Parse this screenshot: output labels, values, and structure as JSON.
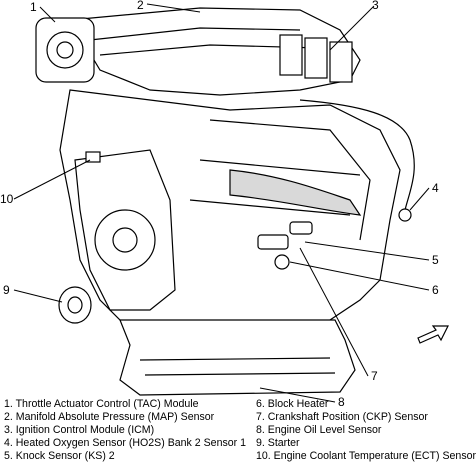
{
  "callouts": {
    "c1": "1",
    "c2": "2",
    "c3": "3",
    "c4": "4",
    "c5": "5",
    "c6": "6",
    "c7": "7",
    "c8": "8",
    "c9": "9",
    "c10": "10"
  },
  "legend_left": [
    "1. Throttle Actuator Control (TAC) Module",
    "2. Manifold Absolute Pressure (MAP) Sensor",
    "3. Ignition Control Module (ICM)",
    "4. Heated Oxygen Sensor (HO2S) Bank 2 Sensor 1",
    "5. Knock Sensor (KS) 2"
  ],
  "legend_right": [
    "6. Block Heater",
    "7. Crankshaft Position (CKP) Sensor",
    "8. Engine Oil Level Sensor",
    "9. Starter",
    "10. Engine Coolant Temperature (ECT) Sensor"
  ],
  "colors": {
    "ink": "#000000",
    "paper": "#ffffff",
    "shade": "#d9d9d9"
  }
}
